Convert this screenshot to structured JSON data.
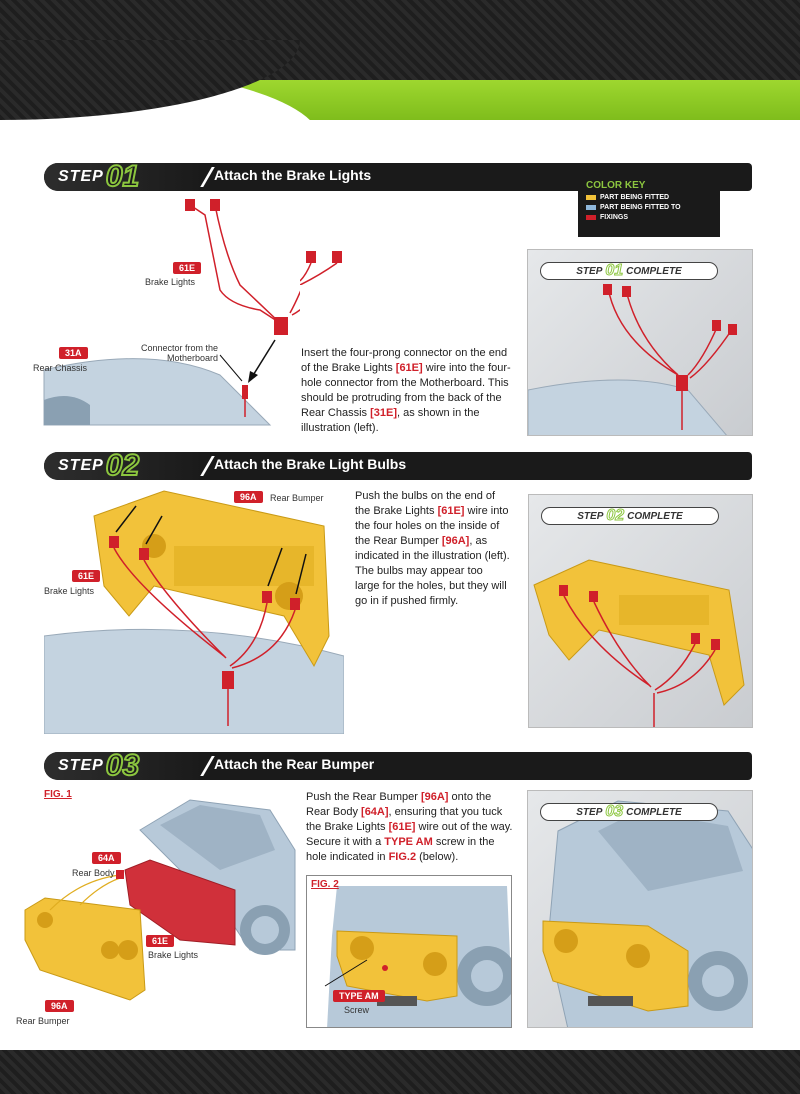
{
  "colors": {
    "fitted": "#f2c23a",
    "fitted_to": "#8fb8dc",
    "fixings": "#d0202a",
    "accent": "#8cc63f"
  },
  "color_key": {
    "title": "COLOR KEY",
    "items": [
      "PART BEING FITTED",
      "PART BEING FITTED TO",
      "FIXINGS"
    ]
  },
  "step_word": "STEP",
  "complete_word": "COMPLETE",
  "steps": [
    {
      "num": "01",
      "title": "Attach the Brake Lights",
      "tags": {
        "a": "61E",
        "b": "31A"
      },
      "labels": {
        "a": "Brake Lights",
        "b": "Rear Chassis",
        "c1": "Connector from the",
        "c2": "Motherboard"
      },
      "text": {
        "p1": "Insert the four-prong connector on the end of the Brake Lights ",
        "h1": "[61E]",
        "p2": " wire into the four-hole connector from the Motherboard. This should be protruding from the back of the Rear Chassis ",
        "h2": "[31E]",
        "p3": ", as shown in the illustration (left)."
      }
    },
    {
      "num": "02",
      "title": "Attach the Brake Light Bulbs",
      "tags": {
        "a": "96A",
        "b": "61E"
      },
      "labels": {
        "a": "Rear Bumper",
        "b": "Brake Lights"
      },
      "text": {
        "p1": "Push the bulbs on the end of the Brake Lights ",
        "h1": "[61E]",
        "p2": " wire into the four holes on the inside of the Rear Bumper ",
        "h2": "[96A]",
        "p3": ", as indicated in the illustration (left). The bulbs may appear too large for the holes, but they will go in if pushed firmly."
      }
    },
    {
      "num": "03",
      "title": "Attach the Rear Bumper",
      "fig1": "FIG. 1",
      "fig2": "FIG. 2",
      "tags": {
        "a": "64A",
        "b": "61E",
        "c": "96A",
        "d": "TYPE AM"
      },
      "labels": {
        "a": "Rear Body",
        "b": "Brake Lights",
        "c": "Rear Bumper",
        "d": "Screw"
      },
      "text": {
        "p1": "Push the Rear Bumper ",
        "h1": "[96A]",
        "p2": " onto the Rear Body ",
        "h2": "[64A]",
        "p3": ", ensuring that you tuck the Brake Lights ",
        "h3": "[61E]",
        "p4": " wire out of the way. Secure it with a ",
        "h4": "TYPE AM",
        "p5": " screw in the hole indicated in ",
        "h5": "FIG.2",
        "p6": " (below)."
      }
    }
  ]
}
